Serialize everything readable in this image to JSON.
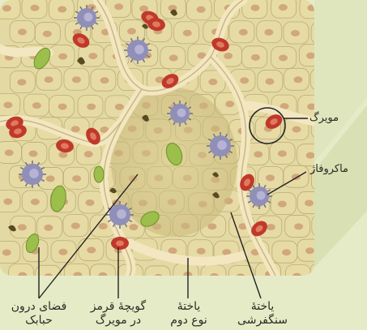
{
  "labels": {
    "capillary": "مویرگ",
    "macrophage": "ماکروفاژ",
    "alveolar_space": [
      "فضای درون",
      "حبابک"
    ],
    "rbc_in_capillary": [
      "گویچهٔ قرمز",
      "در مویرگ"
    ],
    "type2_cell": [
      "یاختهٔ",
      "نوع دوم"
    ],
    "squamous_cell": [
      "یاختهٔ",
      "سنگفرشی"
    ]
  },
  "colors": {
    "background": "#e6ebc7",
    "tissue": "#e3d9a4",
    "cell_outline": "#b7a86c",
    "nucleus": "#c9966f",
    "capillary_wall": "#f3e7c2",
    "red_blood_cell": "#c0392b",
    "macrophage": "#8f8fb8",
    "type2_cell": "#9bbf4a",
    "leader_line": "#222222",
    "label_text": "#2b2b24"
  },
  "icons": [
    "alveolar-cell-icon",
    "macrophage-icon",
    "red-blood-cell-icon",
    "type2-cell-icon"
  ]
}
